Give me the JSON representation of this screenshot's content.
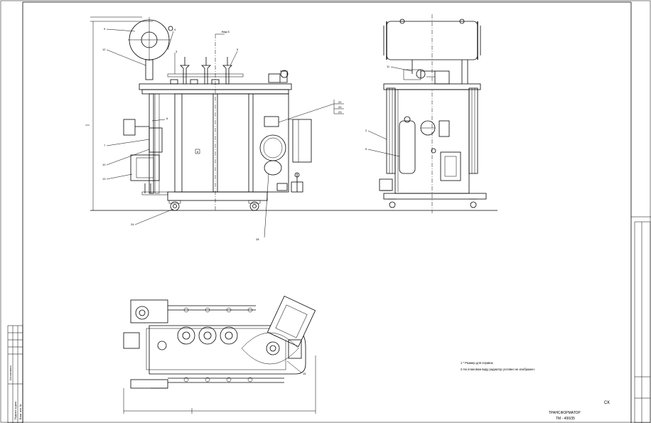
{
  "drawing": {
    "side_view_caption": "Вид Б",
    "left_callouts": [
      "9",
      "12",
      "7",
      "10",
      "13",
      "24"
    ],
    "top_callouts": [
      "4",
      "3",
      "5",
      "6"
    ],
    "right_callouts": [
      "22",
      "20",
      "23"
    ],
    "bottom_callout": "28",
    "body_marker": "8",
    "right_view_callouts": [
      "11",
      "2",
      "5"
    ],
    "plan_callout": "15",
    "notes": [
      "1 * Размер для справок.",
      "2 На плановом виду радиатор условно не изображен."
    ],
    "stamp_code": "СК",
    "title_line1": "ТРАНСФОРМАТОР",
    "title_line2": "ТМ - 400/35",
    "left_strip_label_1": "Согласовано",
    "left_strip_label_2": "Подпись и дата",
    "left_strip_label_3": "Взам. инв. №"
  }
}
